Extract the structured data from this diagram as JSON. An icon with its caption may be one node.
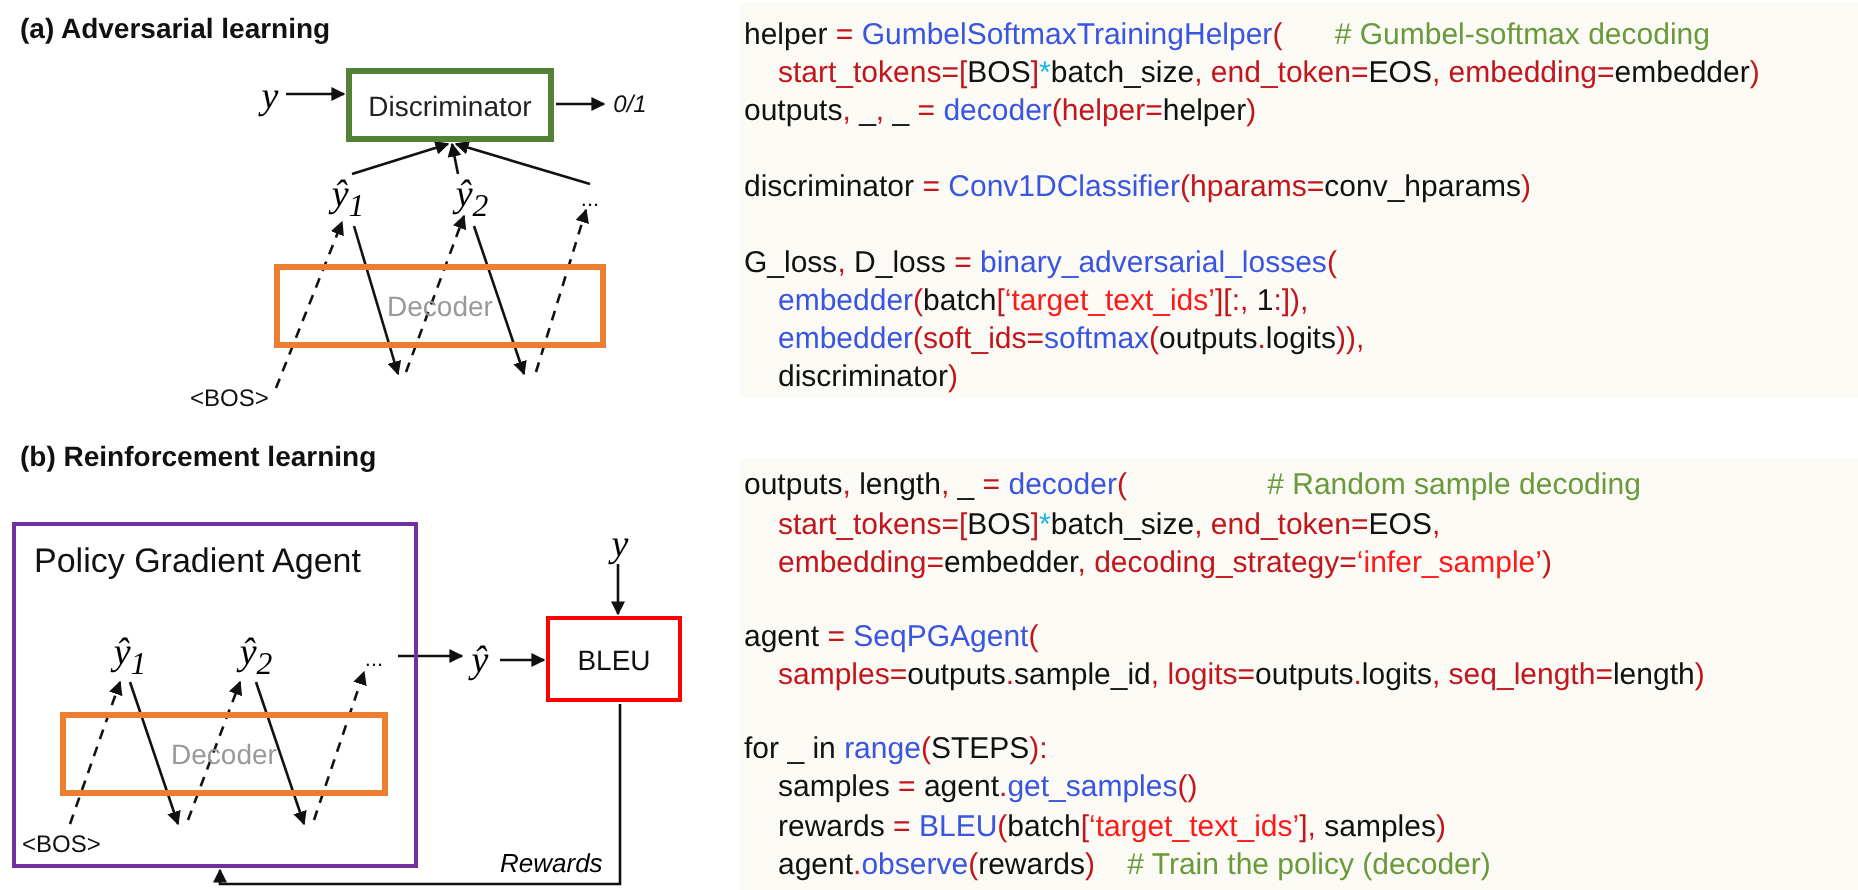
{
  "diagram": {
    "nodes": [
      {
        "text": [
          "y"
        ]
      },
      {
        "text": [
          "Discriminator"
        ]
      },
      {
        "text": [
          "0/1"
        ]
      },
      {
        "text": [
          "ŷ$_{1}$"
        ]
      },
      {
        "text": [
          "ŷ$_{2}$"
        ]
      },
      {
        "text": [
          "..."
        ]
      },
      {
        "text": [
          "Decoder"
        ],
        "beside": [
          "<BOS>"
        ]
      },
      {
        "text": [
          "Policy Gradient Agent"
        ]
      },
      {
        "text": [
          "ŷ$_{1}$"
        ],
        "in": 7
      },
      {
        "text": [
          "ŷ$_{2}$"
        ],
        "in": 7
      },
      {
        "text": [
          "..."
        ],
        "in": 7
      },
      {
        "text": [
          "Decoder"
        ],
        "in": 7,
        "beside": [
          "<BOS>"
        ]
      },
      {
        "text": [
          "ŷ"
        ]
      },
      {
        "text": [
          "BLEU"
        ]
      },
      {
        "text": [
          "y"
        ]
      }
    ],
    "edges": [
      {
        "from": 0,
        "to": 1,
        "arrow": "to"
      },
      {
        "from": 1,
        "to": 2,
        "arrow": "to"
      },
      {
        "from": 3,
        "to": 1,
        "arrow": "to"
      },
      {
        "from": 4,
        "to": 1,
        "arrow": "to"
      },
      {
        "from": 5,
        "to": 1,
        "arrow": "to"
      },
      {
        "from": 6,
        "to": 3,
        "arrow": "to",
        "style": "dashed"
      },
      {
        "from": 3,
        "to": 6,
        "arrow": "to"
      },
      {
        "from": 6,
        "to": 4,
        "arrow": "to",
        "style": "dashed"
      },
      {
        "from": 4,
        "to": 6,
        "arrow": "to"
      },
      {
        "from": 6,
        "to": 5,
        "arrow": "to",
        "style": "dashed"
      },
      {
        "from": 11,
        "to": 8,
        "arrow": "to",
        "style": "dashed"
      },
      {
        "from": 8,
        "to": 11,
        "arrow": "to"
      },
      {
        "from": 11,
        "to": 9,
        "arrow": "to",
        "style": "dashed"
      },
      {
        "from": 9,
        "to": 11,
        "arrow": "to"
      },
      {
        "from": 11,
        "to": 10,
        "arrow": "to",
        "style": "dashed"
      },
      {
        "from": 10,
        "to": 12,
        "arrow": "to"
      },
      {
        "from": 12,
        "to": 13,
        "arrow": "to"
      },
      {
        "from": 14,
        "to": 13,
        "arrow": "to"
      },
      {
        "from": 13,
        "to": 7,
        "arrow": "to",
        "label": "Rewards"
      }
    ],
    "labels": [
      "(a) Adversarial learning",
      "(b) Reinforcement learning",
      "helper = GumbelSoftmaxTrainingHelper( # Gumbel-softmax decoding",
      "start_tokens=[BOS]*batch_size, end_token=EOS, embedding=embedder)",
      "outputs, _, _ = decoder(helper=helper)",
      "discriminator = Conv1DClassifier(hparams=conv_hparams)",
      "G_loss, D_loss = binary_adversarial_losses(",
      "embedder(batch[‘target_text_ids’][:, 1:]),",
      "embedder(soft_ids=softmax(outputs.logits)),",
      "discriminator)",
      "outputs, length, _ = decoder( # Random sample decoding",
      "start_tokens=[BOS]*batch_size, end_token=EOS,",
      "embedding=embedder, decoding_strategy=‘infer_sample’)",
      "agent = SeqPGAgent(",
      "samples=outputs.sample_id, logits=outputs.logits, seq_length=length)",
      "for _ in range(STEPS):",
      "samples = agent.get_samples()",
      "rewards = BLEU(batch[‘target_text_ids’], samples)",
      "agent.observe(rewards) # Train the policy (decoder)"
    ]
  }
}
